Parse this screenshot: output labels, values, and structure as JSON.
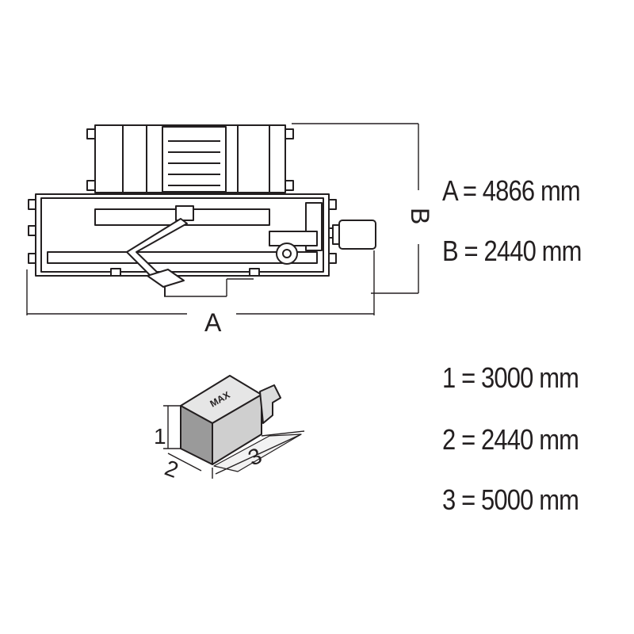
{
  "top_view": {
    "dim_a_letter": "A",
    "dim_b_letter": "B"
  },
  "legend_machine": {
    "a": "A = 4866 mm",
    "b": "B = 2440 mm"
  },
  "block": {
    "marking": "MAX",
    "dim_1_letter": "1",
    "dim_2_letter": "2",
    "dim_3_letter": "3"
  },
  "legend_block": {
    "d1": "1 = 3000 mm",
    "d2": "2 = 2440 mm",
    "d3": "3 = 5000 mm"
  },
  "colors": {
    "line": "#231f20",
    "block_front": "#9a9a9a",
    "block_side": "#cfcfcf",
    "block_top": "#e6e6e6",
    "fill": "#ffffff"
  }
}
